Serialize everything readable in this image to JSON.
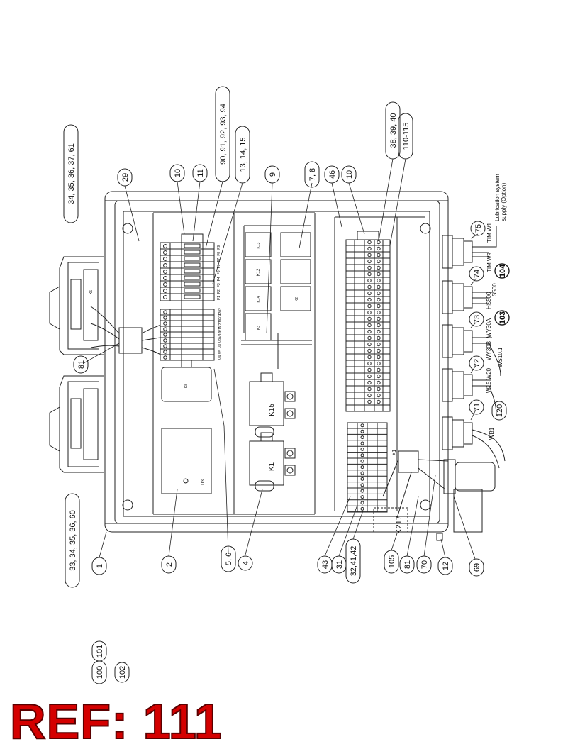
{
  "callouts": [
    {
      "id": "c1",
      "text": "1"
    },
    {
      "id": "c2",
      "text": "2"
    },
    {
      "id": "c3",
      "text": "5, 6"
    },
    {
      "id": "c4",
      "text": "4"
    },
    {
      "id": "c5",
      "text": "43"
    },
    {
      "id": "c6",
      "text": "31"
    },
    {
      "id": "c7",
      "text": "32,41,42"
    },
    {
      "id": "c8",
      "text": "105"
    },
    {
      "id": "c9",
      "text": "81"
    },
    {
      "id": "c10",
      "text": "70"
    },
    {
      "id": "c11",
      "text": "12"
    },
    {
      "id": "c12",
      "text": "69"
    },
    {
      "id": "c13",
      "text": "33, 34, 35, 36, 60"
    },
    {
      "id": "c14",
      "text": "81"
    },
    {
      "id": "c15",
      "text": "34, 35, 36, 37, 61"
    },
    {
      "id": "c16",
      "text": "29"
    },
    {
      "id": "c17",
      "text": "10"
    },
    {
      "id": "c18",
      "text": "11"
    },
    {
      "id": "c19",
      "text": "90, 91, 92, 93, 94"
    },
    {
      "id": "c20",
      "text": "13, 14, 15"
    },
    {
      "id": "c21",
      "text": "9"
    },
    {
      "id": "c22",
      "text": "7, 8"
    },
    {
      "id": "c23",
      "text": "46"
    },
    {
      "id": "c24",
      "text": "10"
    },
    {
      "id": "c25",
      "text": "38, 39, 40"
    },
    {
      "id": "c26",
      "text": "110-115"
    },
    {
      "id": "c27",
      "text": "75"
    },
    {
      "id": "c28",
      "text": "74"
    },
    {
      "id": "c29",
      "text": "104"
    },
    {
      "id": "c30",
      "text": "73"
    },
    {
      "id": "c31",
      "text": "103"
    },
    {
      "id": "c32",
      "text": "72"
    },
    {
      "id": "c33",
      "text": "120"
    },
    {
      "id": "c34",
      "text": "71"
    },
    {
      "id": "c35",
      "text": "100"
    },
    {
      "id": "c36",
      "text": "101"
    },
    {
      "id": "c37",
      "text": "102"
    }
  ],
  "labels": {
    "k1": "K1",
    "k15": "K15",
    "k217": "K217",
    "x1": "X1",
    "lubrication_line1": "Lubrication system",
    "lubrication_line2": "supply (Option)",
    "tim_w1": "TIM W1",
    "tim_w9": "TIM W9",
    "hs500": "HS500",
    "s500": "S500",
    "wy30a": "WY30A",
    "wy30b": "WY30B",
    "ws10_1": "WS10.1",
    "w15_w20": "W15 W20",
    "wb1": "WB1",
    "k12": "K12",
    "k13": "K13",
    "k14": "K14",
    "k3": "K3",
    "k2": "K2",
    "k8": "K8",
    "u3": "U3",
    "x5": "X5",
    "fuse_labels": [
      "F1",
      "F2",
      "F3",
      "F4",
      "F5",
      "F6",
      "F7",
      "F8",
      "F9"
    ],
    "breaker_labels": [
      "V202",
      "V201",
      "V200",
      "V11",
      "V10",
      "V9",
      "V8",
      "V5",
      "V4"
    ]
  },
  "ref_label": "REF: 111",
  "colors": {
    "line": "#222222",
    "ref_fill": "#d40000",
    "ref_outline": "#5a0000"
  }
}
